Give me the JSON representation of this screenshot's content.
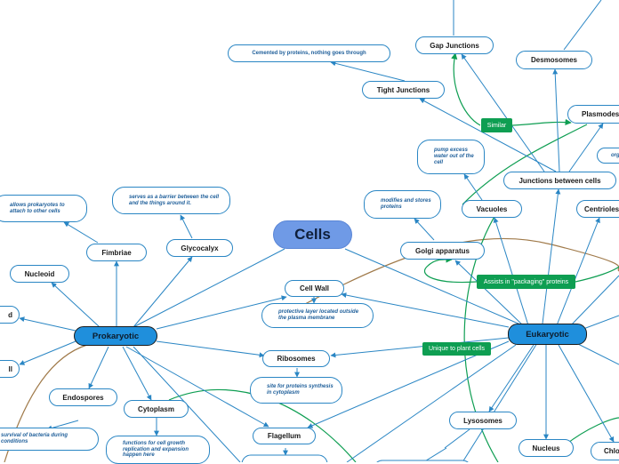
{
  "root": {
    "label": "Cells"
  },
  "main": {
    "prokaryotic": "Prokaryotic",
    "eukaryotic": "Eukaryotic"
  },
  "nodes": {
    "cell_wall": "Cell Wall",
    "ribosomes": "Ribosomes",
    "flagellum": "Flagellum",
    "fimbriae": "Fimbriae",
    "glycocalyx": "Glycocalyx",
    "nucleoid": "Nucleoid",
    "endospores": "Endospores",
    "cytoplasm": "Cytoplasm",
    "golgi": "Golgi apparatus",
    "vacuoles": "Vacuoles",
    "junctions": "Junctions between cells",
    "gap_junctions": "Gap Junctions",
    "tight_junctions": "Tight Junctions",
    "desmosomes": "Desmosomes",
    "plasmodesmata": "Plasmodes",
    "centrioles": "Centrioles",
    "lysosomes": "Lysosomes",
    "nucleus": "Nucleus",
    "chloroplast": "Chlo",
    "left_partial_1": "d",
    "left_partial_2": "ll"
  },
  "notes": {
    "cemented": "Cemented by proteins, nothing goes through",
    "pump_water": "pump excess water out of the cell",
    "modifies": "modifies and stores proteins",
    "barrier": "serves as a barrier between the cell and the things around it.",
    "allows_attach": "allows prokaryotes to attach to other cells",
    "protective": "protective layer located outside the plasma membrane",
    "protein_synthesis": "site for proteins synthesis in cytoplasm",
    "functions_cell": "functions for cell growth replication and expansion happen here",
    "survival": "survival of bacteria during conditions",
    "org_partial": "org"
  },
  "tags": {
    "similar": "Similar",
    "packaging": "Assists in \"packaging\" proteins",
    "plant": "Unique to plant cells"
  },
  "colors": {
    "connector": "#2a86c4",
    "tag_green": "#0e9e52",
    "brown_link": "#a07a4a",
    "root_fill": "#6f9ae6",
    "main_fill": "#1f8fdc"
  }
}
